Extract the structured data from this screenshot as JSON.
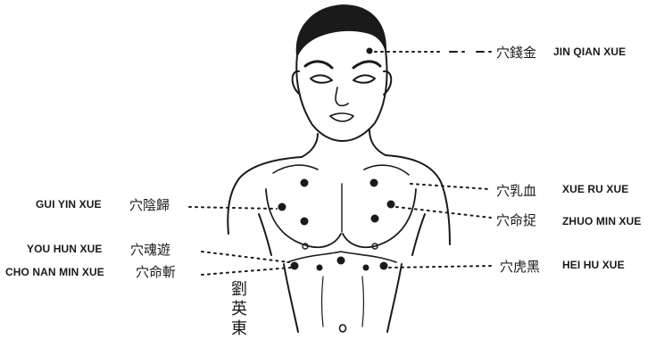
{
  "points": [
    {
      "id": "jin-qian",
      "hanzi": "穴錢金",
      "label": "JIN QIAN XUE"
    },
    {
      "id": "xue-ru",
      "hanzi": "穴乳血",
      "label": "XUE RU XUE"
    },
    {
      "id": "zhuo-min",
      "hanzi": "穴命捉",
      "label": "ZHUO MIN XUE"
    },
    {
      "id": "hei-hu",
      "hanzi": "穴虎黑",
      "label": "HEI HU XUE"
    },
    {
      "id": "gui-yin",
      "hanzi": "穴陰歸",
      "label": "GUI YIN XUE"
    },
    {
      "id": "you-hun",
      "hanzi": "穴魂遊",
      "label": "YOU HUN XUE"
    },
    {
      "id": "cho-nan-min",
      "hanzi": "穴命斬",
      "label": "CHO NAN MIN XUE"
    }
  ],
  "signature": [
    "劉",
    "英",
    "東"
  ],
  "colors": {
    "ink": "#1a1a1a",
    "paper": "#ffffff"
  }
}
